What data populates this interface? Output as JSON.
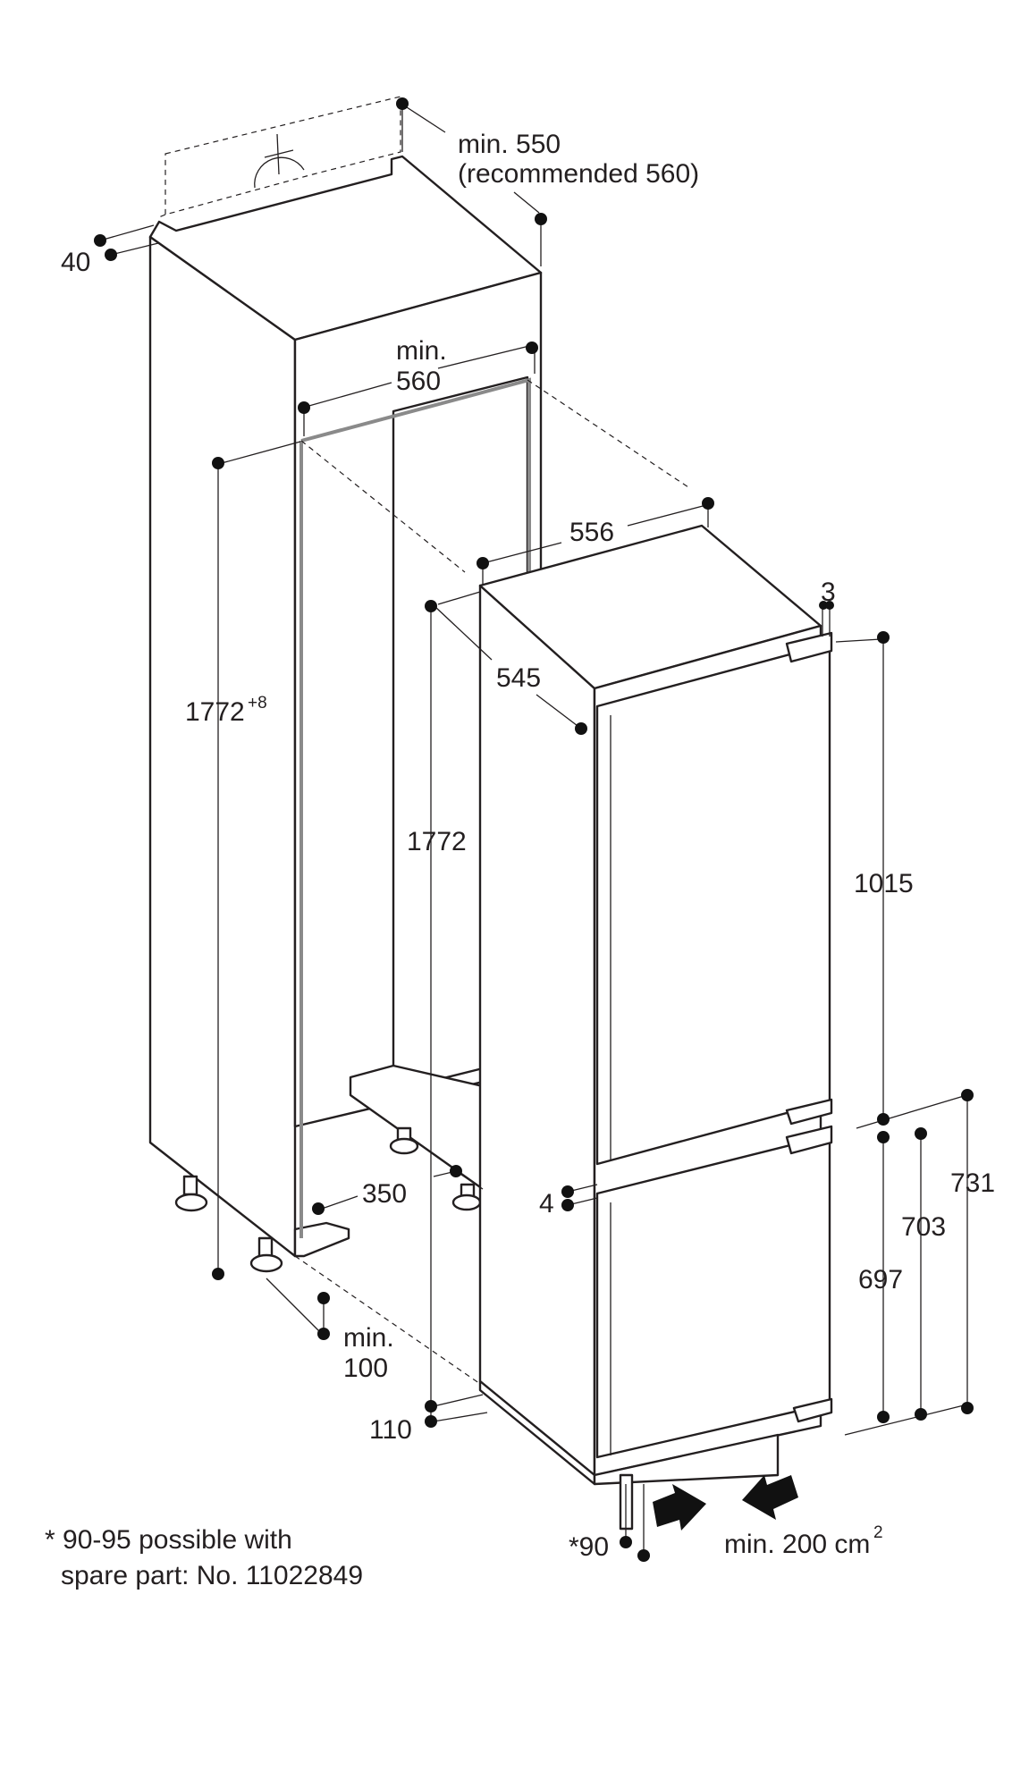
{
  "dimensions": {
    "cabinet_depth": {
      "line1": "min. 550",
      "line2": "(recommended 560)"
    },
    "side_panel": "40",
    "niche_width": {
      "line1": "min.",
      "line2": "560"
    },
    "niche_height": {
      "value": "1772",
      "sup": "+8"
    },
    "appliance_width": "556",
    "door_gap": "3",
    "appliance_depth": "545",
    "appliance_height": "1772",
    "upper_door": "1015",
    "plinth_depth": "350",
    "door_spacing": "4",
    "dim_731": "731",
    "dim_703": "703",
    "dim_697": "697",
    "plinth_clearance": {
      "line1": "min.",
      "line2": "100"
    },
    "plinth_height": "110",
    "foot_height": "*90",
    "ventilation": {
      "text": "min. 200 cm",
      "sup": "2"
    }
  },
  "footnote": {
    "line1": "* 90-95 possible with",
    "line2": "spare part: No. 11022849"
  }
}
